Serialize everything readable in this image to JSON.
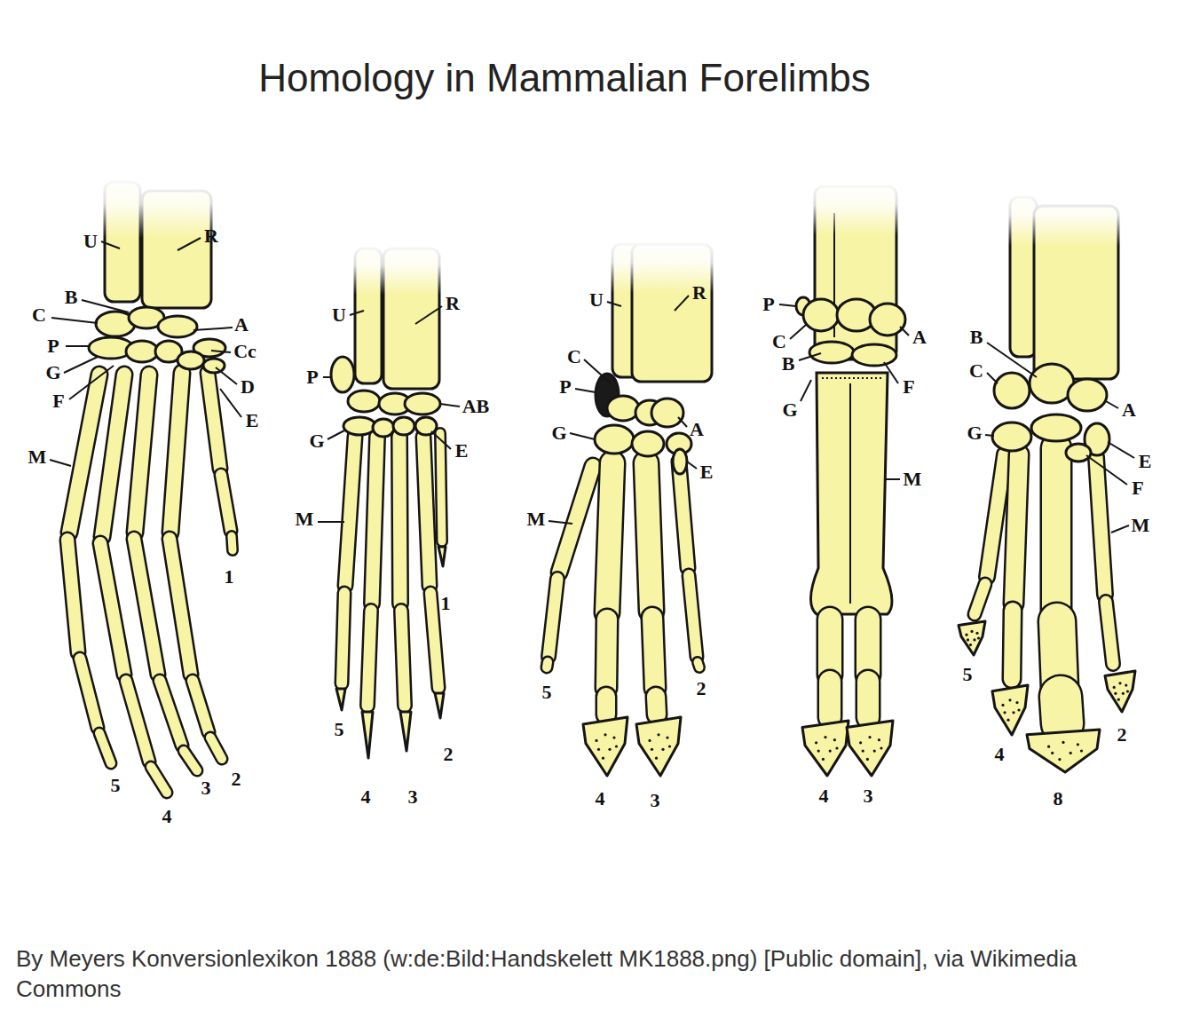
{
  "diagram": {
    "title": "Homology in Mammalian Forelimbs",
    "caption": "By Meyers Konversionlexikon 1888 (w:de:Bild:Handskelett MK1888.png) [Public domain], via Wikimedia Commons",
    "labels": [
      "U",
      "R",
      "B",
      "C",
      "A",
      "P",
      "Cc",
      "G",
      "D",
      "F",
      "E",
      "M",
      "1",
      "2",
      "3",
      "4",
      "5",
      "U",
      "R",
      "P",
      "AB",
      "G",
      "E",
      "M",
      "1",
      "5",
      "4",
      "3",
      "2",
      "U",
      "R",
      "C",
      "P",
      "G",
      "A",
      "E",
      "M",
      "5",
      "2",
      "4",
      "3",
      "P",
      "C",
      "A",
      "B",
      "F",
      "G",
      "M",
      "4",
      "3",
      "B",
      "C",
      "A",
      "G",
      "E",
      "F",
      "M",
      "5",
      "4",
      "2",
      "8"
    ]
  }
}
